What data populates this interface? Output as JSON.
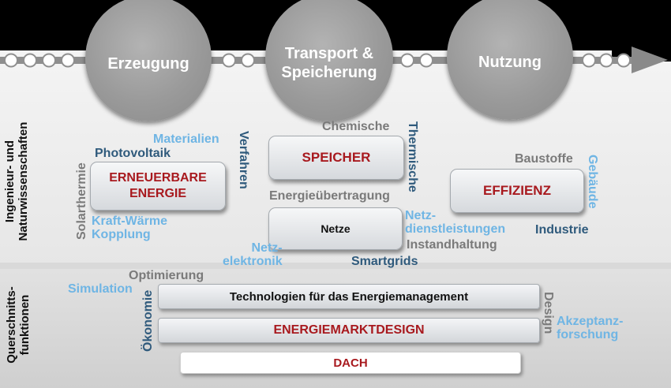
{
  "stages": [
    "Erzeugung",
    "Transport &\nSpeicherung",
    "Nutzung"
  ],
  "row_labels": {
    "top": "Ingenieur- und\nNaturwissenschaften",
    "bottom": "Querschnitts-\nfunktionen"
  },
  "boxes": {
    "erneuerbare": "ERNEUERBARE\nENERGIE",
    "speicher": "SPEICHER",
    "netze": "Netze",
    "effizienz": "EFFIZIENZ"
  },
  "bars": {
    "energiemanagement": "Technologien für das Energiemanagement",
    "energiemarktdesign": "ENERGIEMARKTDESIGN",
    "dach": "DACH"
  },
  "labels": {
    "materialien": "Materialien",
    "photovoltaik": "Photovoltaik",
    "solarthermie": "Solarthermie",
    "kraft_waerme": "Kraft-Wärme\nKopplung",
    "verfahren": "Verfahren",
    "chemische": "Chemische",
    "thermische": "Thermische",
    "energieuebertragung": "Energieübertragung",
    "netz_dienst": "Netz-\ndienstleistungen",
    "instandhaltung": "Instandhaltung",
    "smartgrids": "Smartgrids",
    "netz_elektronik": "Netz-\nelektronik",
    "baustoffe": "Baustoffe",
    "gebaeude": "Gebäude",
    "industrie": "Industrie",
    "optimierung": "Optimierung",
    "simulation": "Simulation",
    "oekonomie": "Ökonomie",
    "design": "Design",
    "akzeptanz": "Akzeptanz-\nforschung"
  },
  "colors": {
    "dark_blue": "#2f5a7c",
    "light_blue": "#6fb5e4",
    "grey": "#7a7a7a",
    "red": "#a8191e",
    "circle": "#9a9a9a",
    "background": "#000000"
  }
}
